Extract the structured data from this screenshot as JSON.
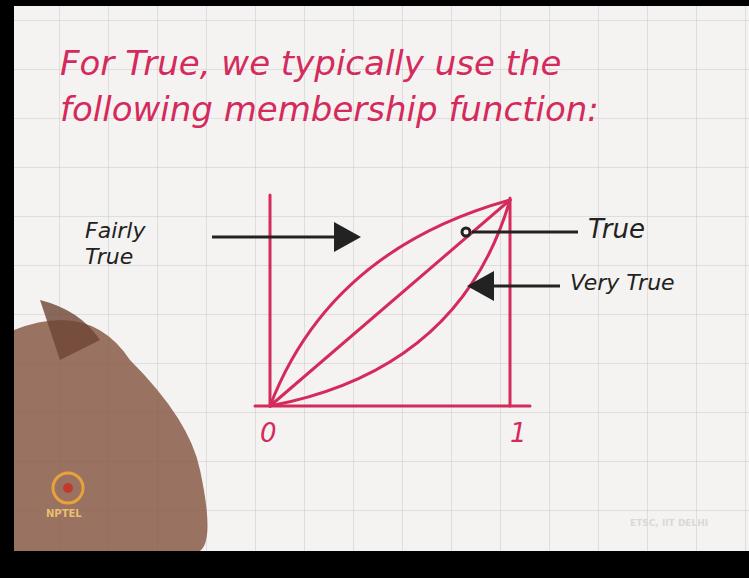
{
  "diagram": {
    "title": "For True, we typically use the following membership function:",
    "labels": [
      "Fairly True",
      "True",
      "Very True",
      "0",
      "1",
      "NPTEL",
      "ETSC, IIT DELHI"
    ]
  }
}
